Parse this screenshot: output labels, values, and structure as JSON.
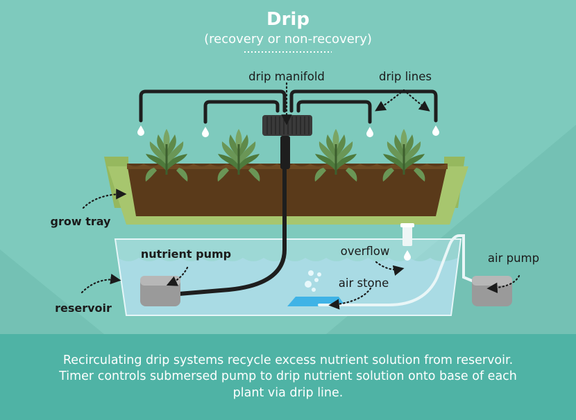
{
  "title": "Drip",
  "subtitle": "(recovery or non-recovery)",
  "labels": {
    "drip_manifold": "drip manifold",
    "drip_lines": "drip lines",
    "grow_tray": "grow tray",
    "nutrient_pump": "nutrient pump",
    "overflow": "overflow",
    "air_pump": "air pump",
    "air_stone": "air stone",
    "reservoir": "reservoir"
  },
  "caption": "Recirculating drip systems recycle excess nutrient solution from reservoir. Timer controls submersed pump to drip nutrient solution onto base of each plant via drip line.",
  "colors": {
    "background": "#7ecabd",
    "caption_band": "#4fb3a5",
    "soil": "#5a3a1a",
    "tray": "#a7c66e",
    "water": "#b7e3ea",
    "tubing": "#1e1e1e",
    "plant": "#5f8a4a",
    "air_stone": "#3fb3e6",
    "pump": "#9a9a9a"
  }
}
